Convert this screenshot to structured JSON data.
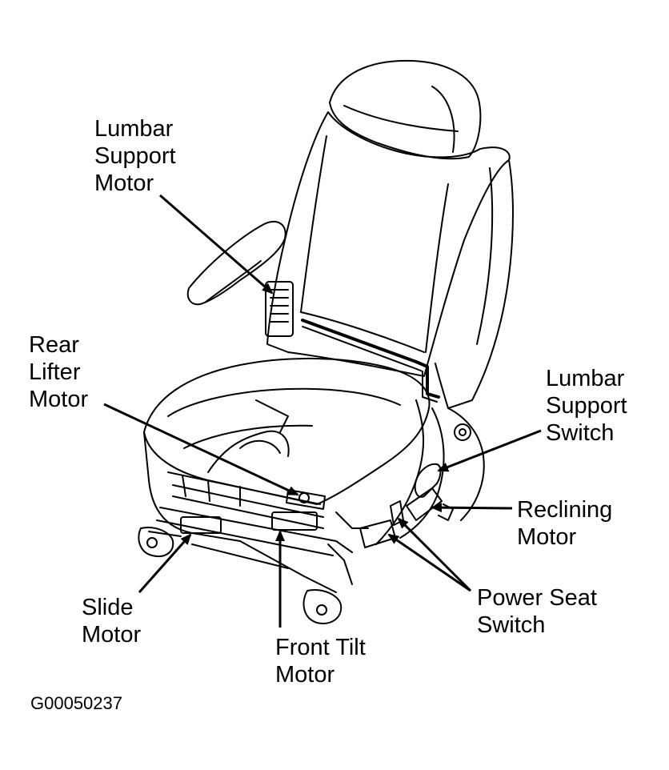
{
  "labels": {
    "lumbar_support_motor": [
      "Lumbar",
      "Support",
      "Motor"
    ],
    "rear_lifter_motor": [
      "Rear",
      "Lifter",
      "Motor"
    ],
    "lumbar_support_switch": [
      "Lumbar",
      "Support",
      "Switch"
    ],
    "reclining_motor": [
      "Reclining",
      "Motor"
    ],
    "power_seat_switch": [
      "Power Seat",
      "Switch"
    ],
    "slide_motor": [
      "Slide",
      "Motor"
    ],
    "front_tilt_motor": [
      "Front Tilt",
      "Motor"
    ]
  },
  "figure_id": "G00050237",
  "colors": {
    "line": "#000000",
    "background": "#ffffff"
  }
}
